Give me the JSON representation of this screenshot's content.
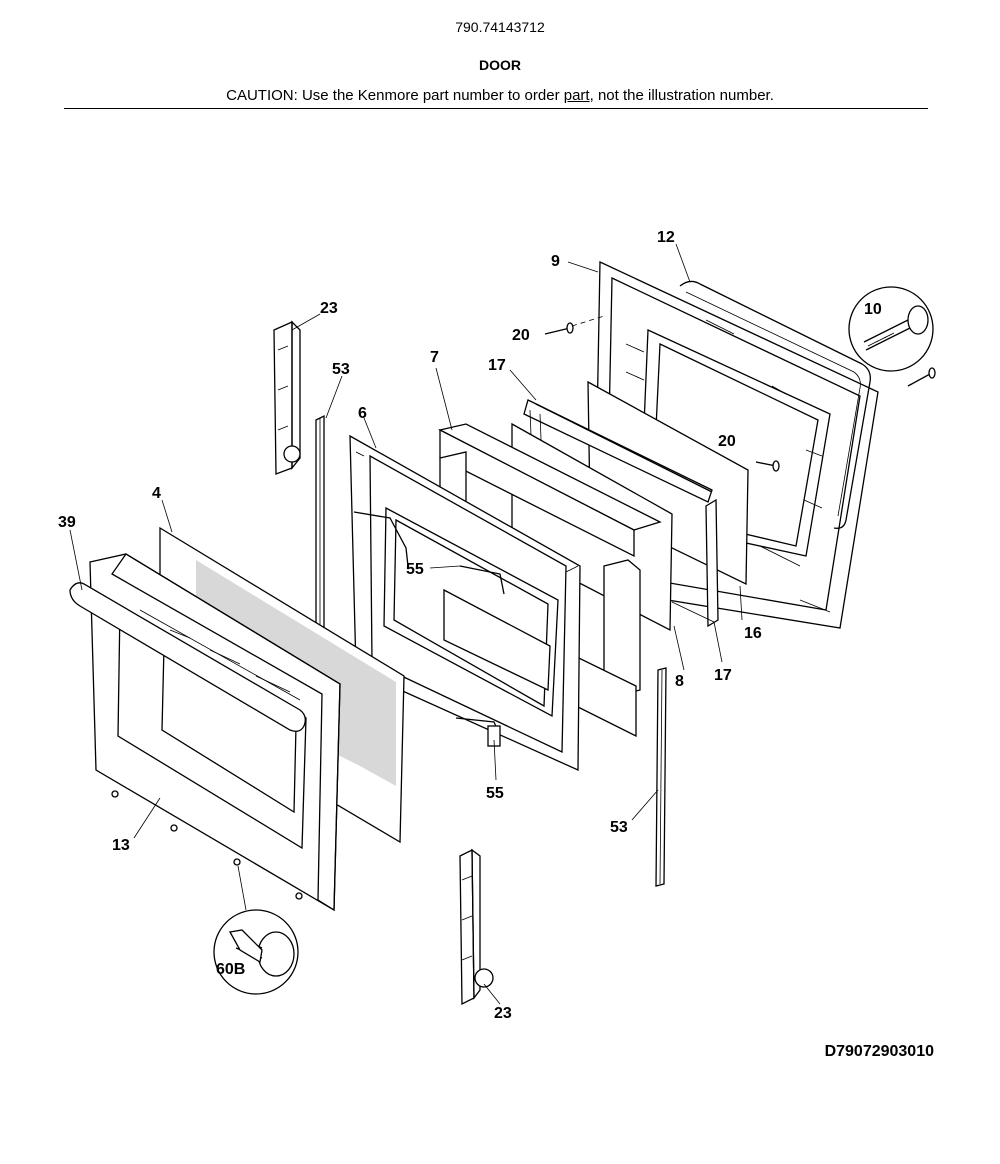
{
  "header": {
    "model_number": "790.74143712",
    "section_title": "DOOR",
    "caution_prefix": "CAUTION: Use the Kenmore part number to order ",
    "caution_link": "part",
    "caution_suffix": ", not the illustration number."
  },
  "callouts": {
    "c12": "12",
    "c9": "9",
    "c10": "10",
    "c20a": "20",
    "c20b": "20",
    "c23a": "23",
    "c23b": "23",
    "c53a": "53",
    "c53b": "53",
    "c7": "7",
    "c17a": "17",
    "c17b": "17",
    "c6": "6",
    "c4": "4",
    "c39": "39",
    "c55a": "55",
    "c55b": "55",
    "c16": "16",
    "c8": "8",
    "c13": "13",
    "c60b": "60B"
  },
  "footer": {
    "drawing_id": "D79072903010"
  }
}
